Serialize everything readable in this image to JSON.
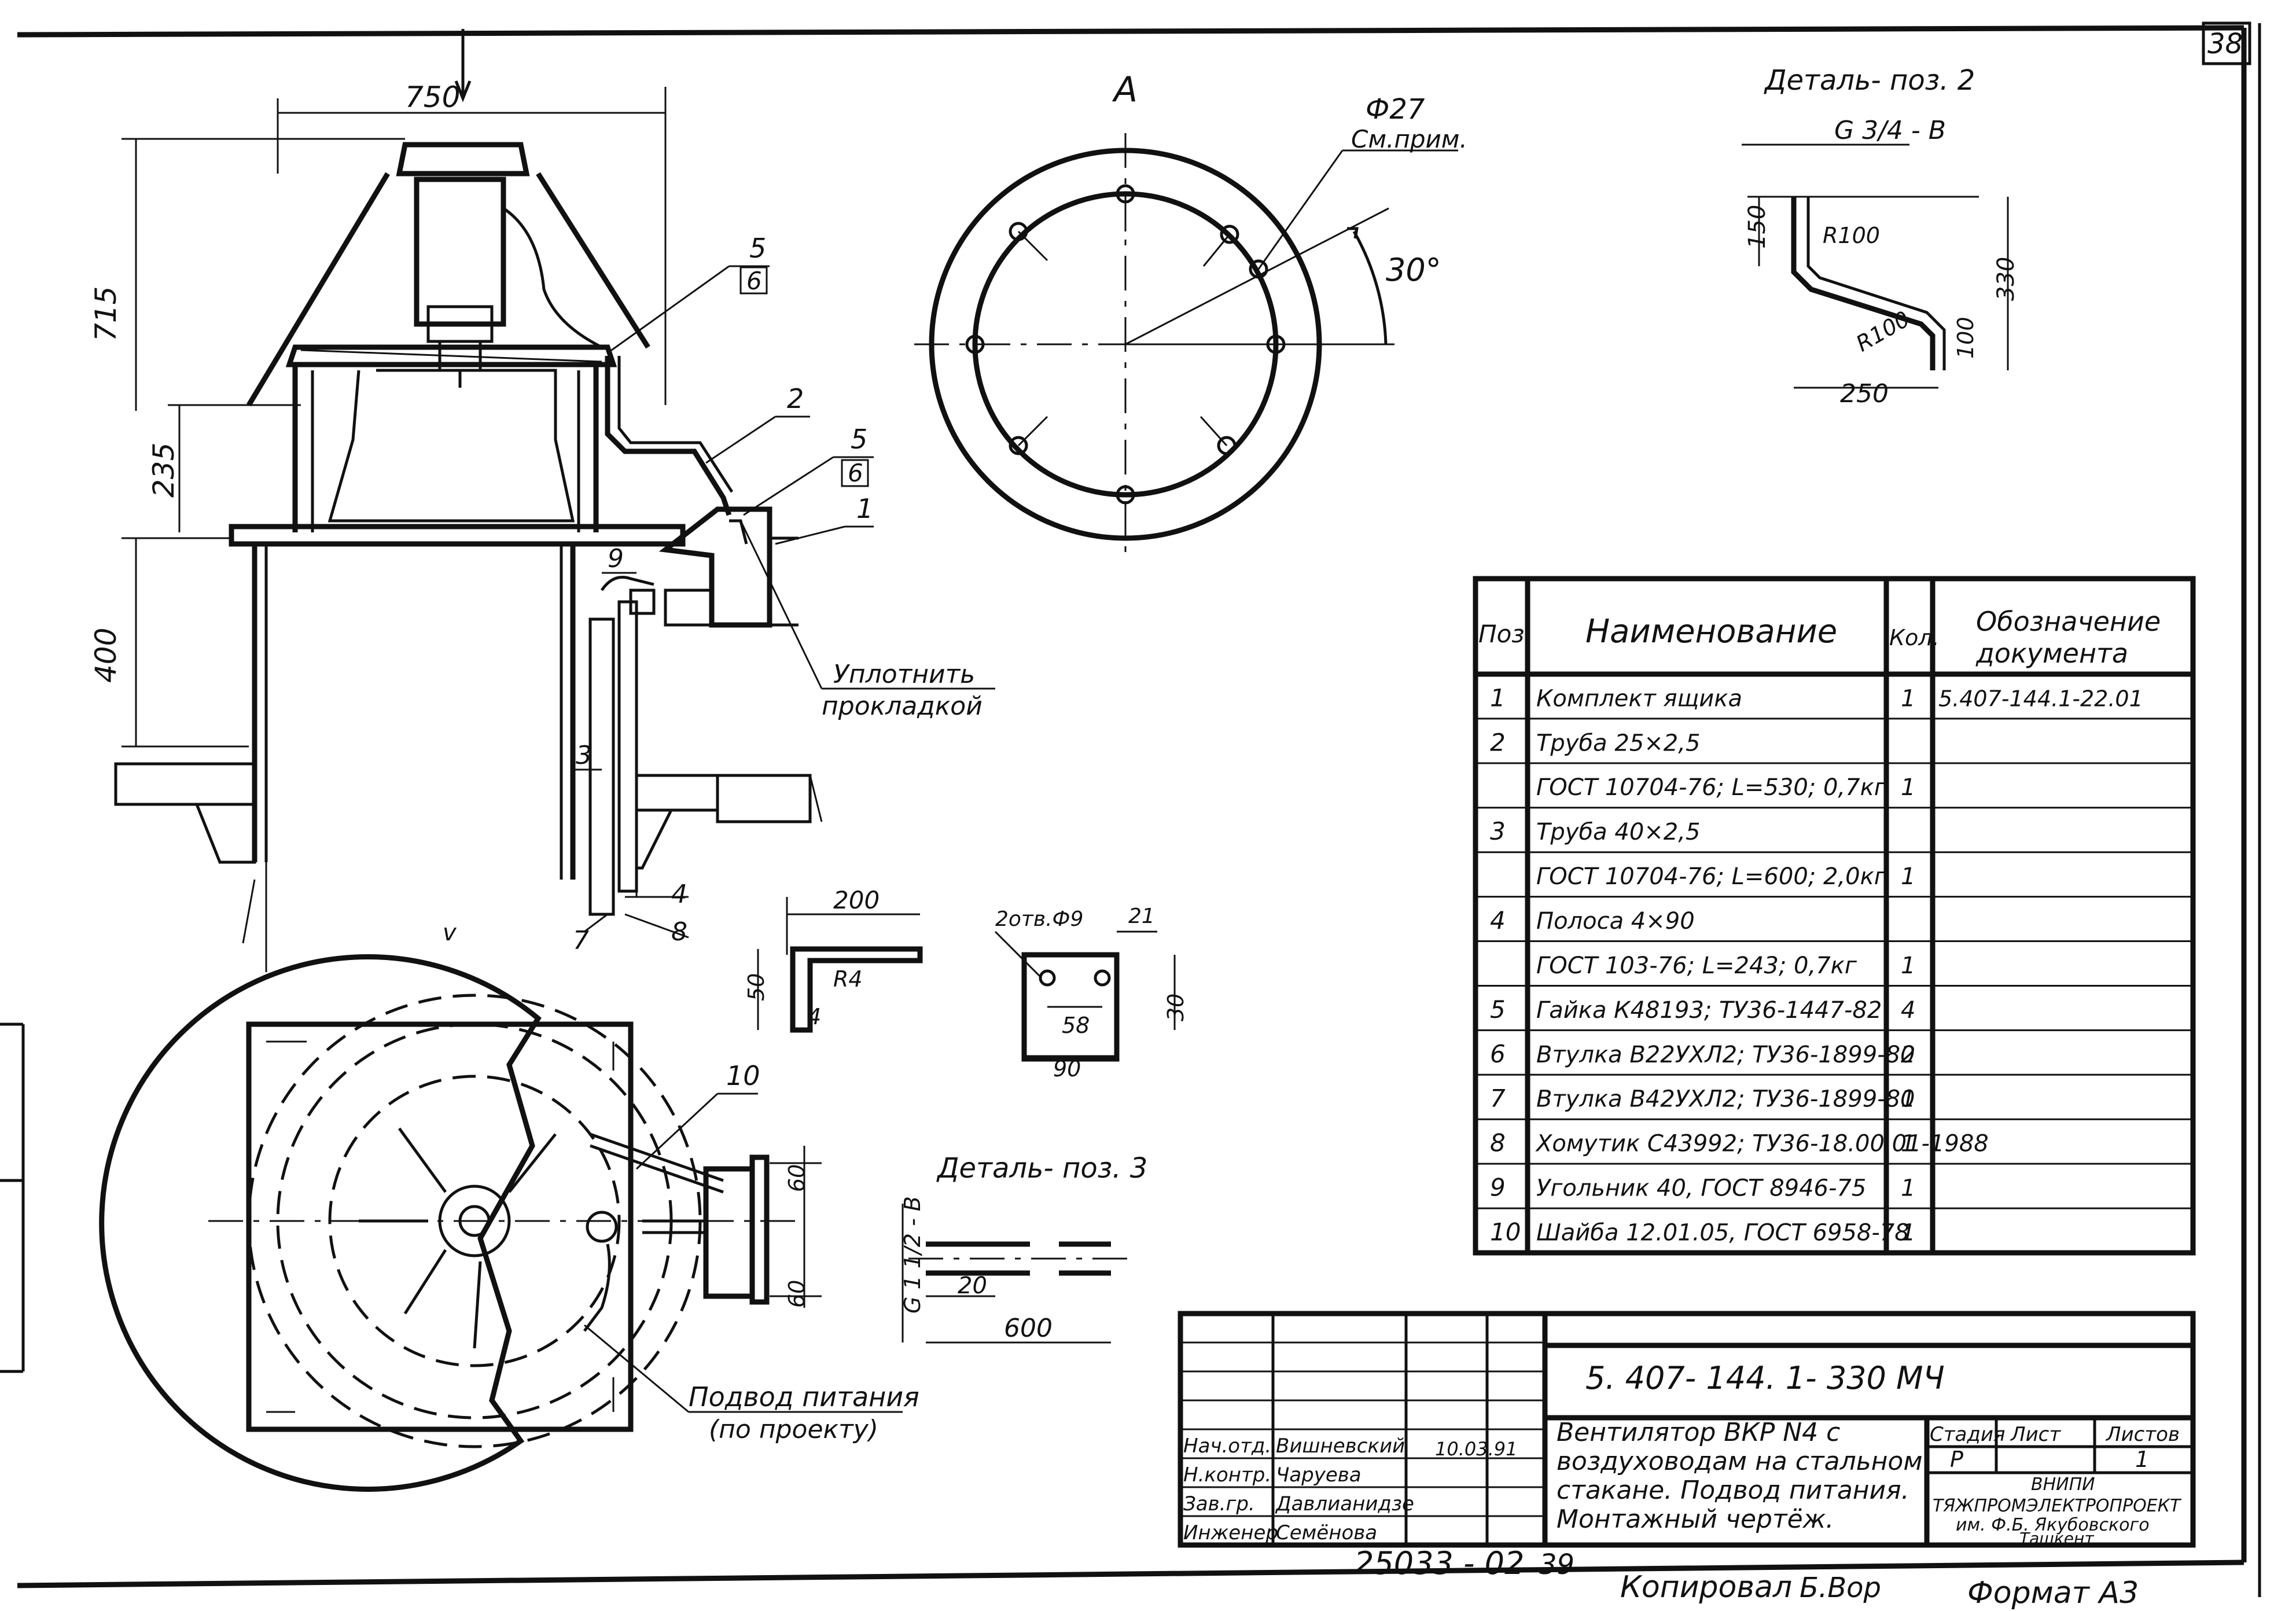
{
  "sheet": {
    "page_number": "38",
    "format_label": "Формат А3",
    "copied_label": "Копировал",
    "copier_signature": "Б.Вор",
    "inventory_number": "25033 - 02",
    "inventory_sheet": "39"
  },
  "views": {
    "section_a": {
      "label": "A",
      "hole_label": "Ф27",
      "hole_note": "См.прим.",
      "angle_label": "30°"
    },
    "elevation": {
      "dim_750": "750",
      "dim_715": "715",
      "dim_235": "235",
      "dim_400": "400",
      "callout_5_top": "5",
      "callout_6_top": "6",
      "callout_2": "2",
      "callout_5_mid": "5",
      "callout_6_mid": "6",
      "callout_1": "1",
      "callout_9": "9",
      "callout_3": "3",
      "callout_4": "4",
      "callout_7": "7",
      "callout_8": "8",
      "seal_note_line1": "Уплотнить",
      "seal_note_line2": "прокладкой",
      "axis_mark": "v"
    },
    "plan": {
      "callout_10": "10",
      "dim_60_top": "60",
      "dim_60_bottom": "60",
      "power_note_line1": "Подвод питания",
      "power_note_line2": "(по проекту)"
    },
    "detail_2": {
      "title": "Деталь- поз. 2",
      "thread": "G 3/4 - B",
      "dim_150": "150",
      "dim_330": "330",
      "dim_r100_top": "R100",
      "dim_r100_bottom": "R100",
      "dim_100": "100",
      "dim_250": "250"
    },
    "detail_3": {
      "title": "Деталь- поз. 3",
      "thread": "G 1 1/2 - B",
      "dim_20": "20",
      "dim_600": "600"
    },
    "detail_4_angle": {
      "dim_200": "200",
      "dim_50": "50",
      "dim_r4": "R4",
      "dim_4": "4"
    },
    "detail_4_plate": {
      "holes": "2отв.Ф9",
      "dim_21": "21",
      "dim_30": "30",
      "dim_58": "58",
      "dim_90": "90"
    }
  },
  "spec_table": {
    "headers": {
      "pos": "Поз.",
      "name": "Наименование",
      "qty": "Кол.",
      "doc_line1": "Обозначение",
      "doc_line2": "документа"
    },
    "rows": [
      {
        "pos": "1",
        "name": "Комплект ящика",
        "qty": "1",
        "doc": "5.407-144.1-22.01"
      },
      {
        "pos": "2",
        "name": "Труба 25×2,5",
        "qty": "",
        "doc": ""
      },
      {
        "pos": "",
        "name": "ГОСТ 10704-76; L=530; 0,7кг",
        "qty": "1",
        "doc": ""
      },
      {
        "pos": "3",
        "name": "Труба 40×2,5",
        "qty": "",
        "doc": ""
      },
      {
        "pos": "",
        "name": "ГОСТ 10704-76; L=600; 2,0кг",
        "qty": "1",
        "doc": ""
      },
      {
        "pos": "4",
        "name": "Полоса 4×90",
        "qty": "",
        "doc": ""
      },
      {
        "pos": "",
        "name": "ГОСТ 103-76; L=243; 0,7кг",
        "qty": "1",
        "doc": ""
      },
      {
        "pos": "5",
        "name": "Гайка К48193; ТУ36-1447-82",
        "qty": "4",
        "doc": ""
      },
      {
        "pos": "6",
        "name": "Втулка В22УХЛ2; ТУ36-1899-80",
        "qty": "2",
        "doc": ""
      },
      {
        "pos": "7",
        "name": "Втулка В42УХЛ2; ТУ36-1899-80",
        "qty": "1",
        "doc": ""
      },
      {
        "pos": "8",
        "name": "Хомутик С43992; ТУ36-18.00.01-1988",
        "qty": "1",
        "doc": ""
      },
      {
        "pos": "9",
        "name": "Угольник 40, ГОСТ 8946-75",
        "qty": "1",
        "doc": ""
      },
      {
        "pos": "10",
        "name": "Шайба 12.01.05, ГОСТ 6958-78",
        "qty": "1",
        "doc": ""
      }
    ]
  },
  "title_block": {
    "designation": "5. 407- 144. 1- 330 МЧ",
    "title_line1": "Вентилятор ВКР N4 с",
    "title_line2": "воздуховодам на стальном",
    "title_line3": "стакане. Подвод питания.",
    "title_line4": "Монтажный чертёж.",
    "stage_header": "Стадия",
    "sheet_header": "Лист",
    "sheets_header": "Листов",
    "stage_value": "Р",
    "sheets_value": "1",
    "org_line1": "ВНИПИ",
    "org_line2": "ТЯЖПРОМЭЛЕКТРОПРОЕКТ",
    "org_line3": "им. Ф.Б. Якубовского",
    "org_line4": "Ташкент",
    "date": "10.03.91",
    "signers": [
      {
        "role": "Нач.отд.",
        "name": "Вишневский"
      },
      {
        "role": "Н.контр.",
        "name": "Чаруева"
      },
      {
        "role": "Зав.гр.",
        "name": "Давлианидзе"
      },
      {
        "role": "Инженер",
        "name": "Семёнова"
      }
    ]
  }
}
